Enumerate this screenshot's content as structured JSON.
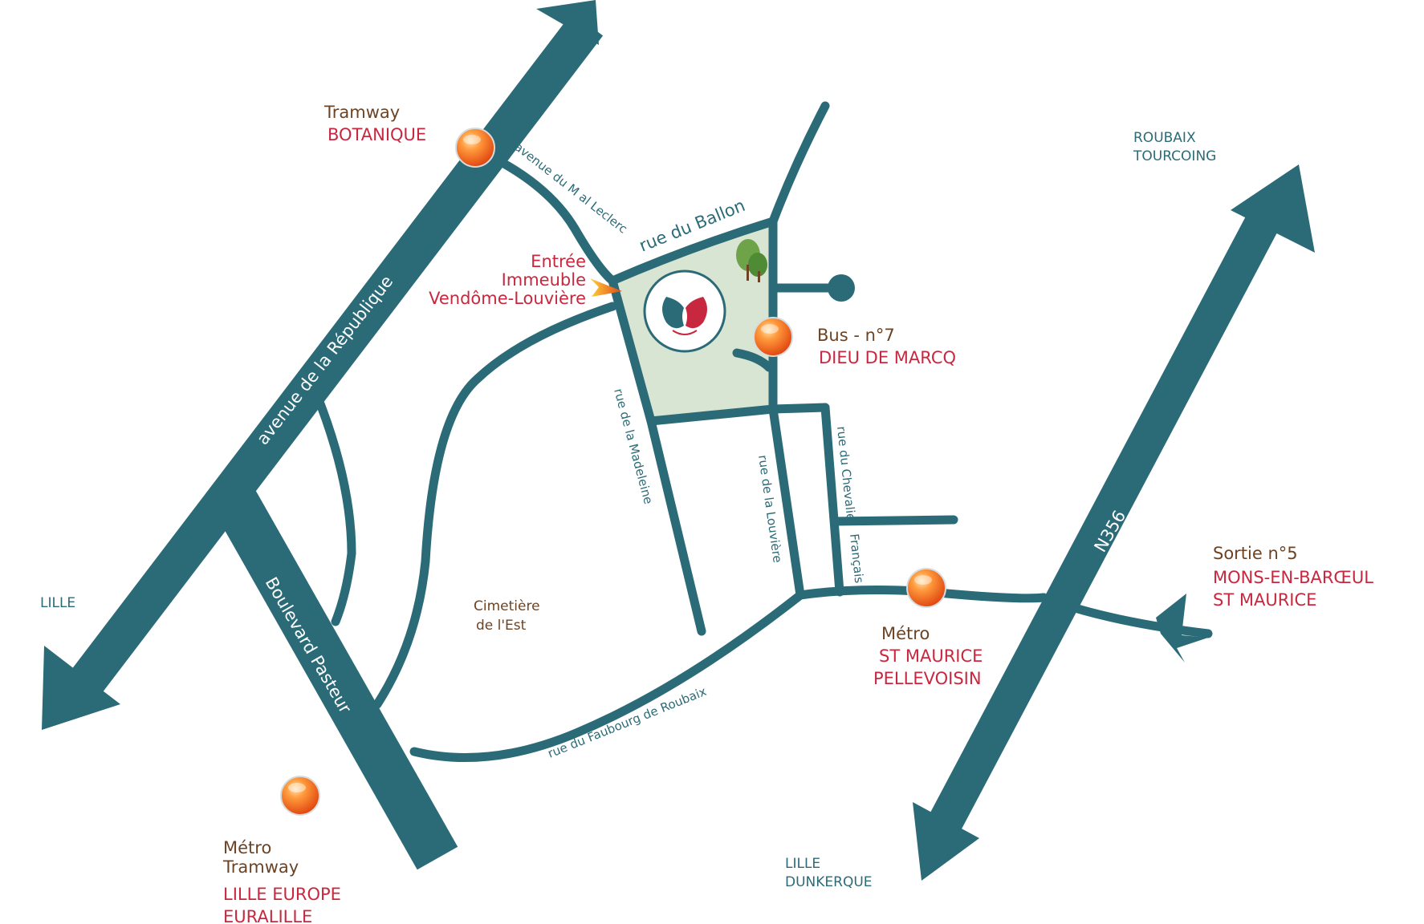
{
  "colors": {
    "road": "#2b6b78",
    "stop_marker": "#f05a1e",
    "stop_text": "#c8283f",
    "mode_text": "#6b4426",
    "park_fill": "#d8e5d2"
  },
  "streets": {
    "republique": "avenue de la République",
    "pasteur": "Boulevard Pasteur",
    "leclerc": "avenue du M al Leclerc",
    "ballon": "rue du Ballon",
    "madeleine": "rue de la Madeleine",
    "louviere": "rue de la Louvière",
    "chevalier": "rue du Chevalier",
    "francais": "Français",
    "faubourg": "rue du Faubourg de Roubaix",
    "n356": "N356"
  },
  "directions": {
    "lille_west": "LILLE",
    "roubaix_l1": "ROUBAIX",
    "roubaix_l2": "TOURCOING",
    "dunkerque_l1": "LILLE",
    "dunkerque_l2": "DUNKERQUE"
  },
  "stops": {
    "botanique": {
      "mode": "Tramway",
      "name": "BOTANIQUE"
    },
    "bus": {
      "mode": "Bus - n°7",
      "name": "DIEU DE MARCQ"
    },
    "st_maurice": {
      "mode": "Métro",
      "name_l1": "ST MAURICE",
      "name_l2": "PELLEVOISIN"
    },
    "lille_europe": {
      "mode_l1": "Métro",
      "mode_l2": "Tramway",
      "name_l1": "LILLE EUROPE",
      "name_l2": "EURALILLE"
    },
    "sortie": {
      "mode": "Sortie n°5",
      "name_l1": "MONS-EN-BARŒUL",
      "name_l2": "ST MAURICE"
    }
  },
  "entrance": {
    "l1": "Entrée",
    "l2": "Immeuble",
    "l3": "Vendôme-Louvière"
  },
  "places": {
    "cemetery_l1": "Cimetière",
    "cemetery_l2": "de l'Est"
  },
  "icons": [
    "logo-icon",
    "tree-icon",
    "entrance-arrow-icon",
    "dead-end-icon",
    "stop-marker-icon"
  ]
}
